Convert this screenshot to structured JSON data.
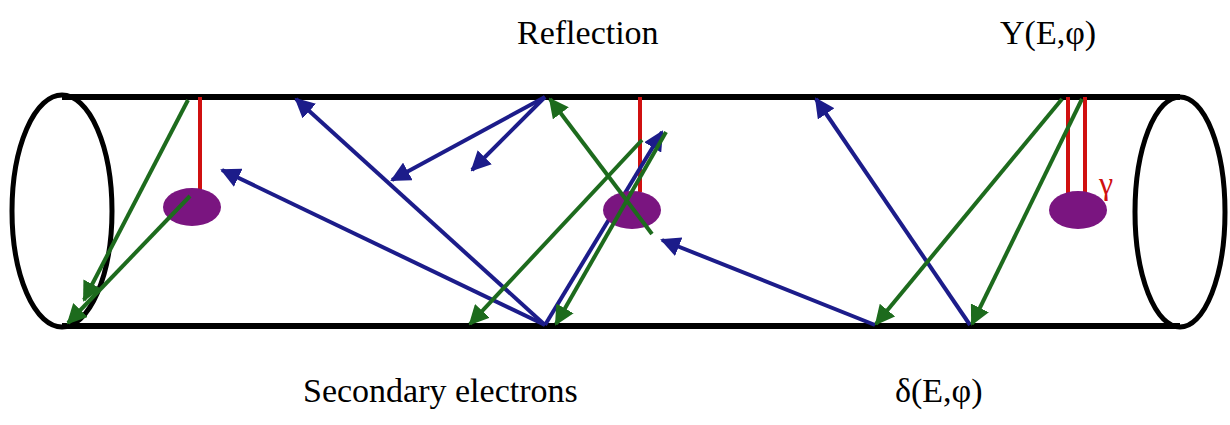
{
  "diagram": {
    "labels": [
      "Reflection",
      "Y(E,φ)",
      "γ",
      "Secondary electrons",
      "δ(E,φ)"
    ]
  }
}
